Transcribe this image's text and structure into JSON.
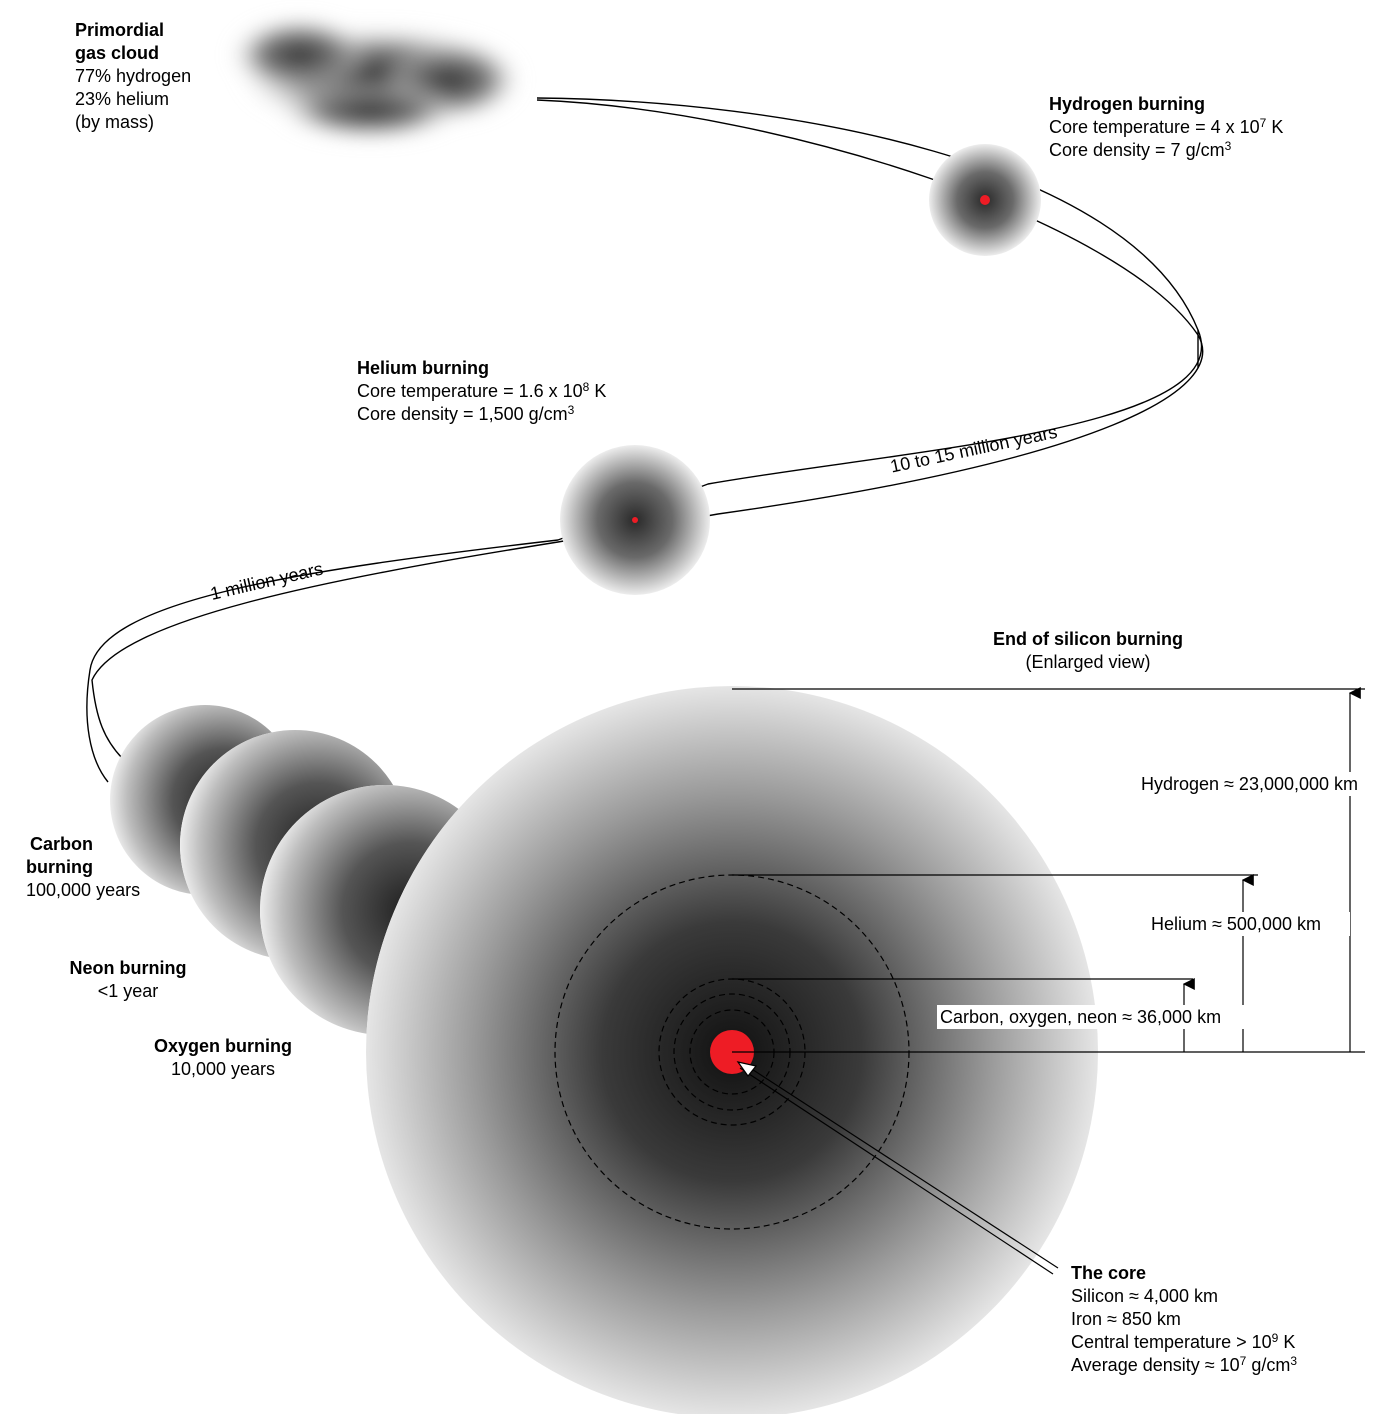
{
  "primordial": {
    "title_1": "Primordial",
    "title_2": "gas cloud",
    "line_1": "77% hydrogen",
    "line_2": "23% helium",
    "line_3": "(by mass)"
  },
  "hydrogen_burning": {
    "title": "Hydrogen burning",
    "temp_prefix": "Core temperature = 4 x 10",
    "temp_exp": "7",
    "temp_unit": " K",
    "density_prefix": "Core density = 7 g/cm",
    "density_exp": "3"
  },
  "helium_burning": {
    "title": "Helium burning",
    "temp_prefix": "Core temperature = 1.6 x 10",
    "temp_exp": "8",
    "temp_unit": " K",
    "density_prefix": "Core density = 1,500 g/cm",
    "density_exp": "3"
  },
  "durations": {
    "long": "10 to 15 million years",
    "short": "1 million years"
  },
  "carbon_burning": {
    "title_1": "Carbon",
    "title_2": "burning",
    "duration": "100,000 years"
  },
  "neon_burning": {
    "title": "Neon burning",
    "duration": "<1 year"
  },
  "oxygen_burning": {
    "title": "Oxygen burning",
    "duration": "10,000 years"
  },
  "end_silicon": {
    "title": "End of  silicon burning",
    "subtitle": "(Enlarged view)"
  },
  "dimensions": {
    "hydrogen": "Hydrogen ≈ 23,000,000 km",
    "helium": "Helium ≈ 500,000 km",
    "cno": "Carbon, oxygen, neon ≈ 36,000 km"
  },
  "core": {
    "title": "The core",
    "silicon": "Silicon ≈ 4,000 km",
    "iron": "Iron ≈ 850 km",
    "temp_prefix": "Central temperature > 10",
    "temp_exp": "9",
    "temp_unit": " K",
    "density_prefix": "Average density ≈ 10",
    "density_exp": "7",
    "density_mid": " g/cm",
    "density_exp2": "3"
  },
  "colors": {
    "core_red": "#ee1c25",
    "ink": "#000000",
    "shell_dark": "#111111",
    "shell_light": "#e6e6e6"
  }
}
